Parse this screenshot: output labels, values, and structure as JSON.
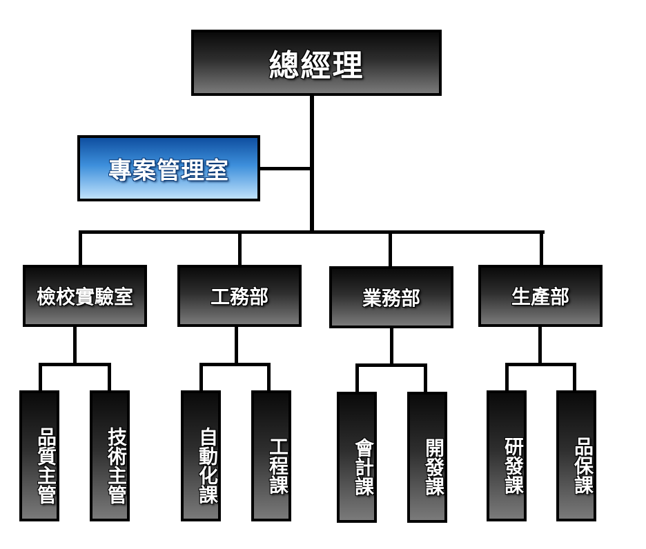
{
  "org": {
    "gm": "總經理",
    "office": "專案管理室",
    "depts": [
      {
        "name": "檢校實驗室",
        "sections": [
          "品質主管",
          "技術主管"
        ]
      },
      {
        "name": "工務部",
        "sections": [
          "自動化課",
          "工程課"
        ]
      },
      {
        "name": "業務部",
        "sections": [
          "會計課",
          "開發課"
        ]
      },
      {
        "name": "生產部",
        "sections": [
          "研發課",
          "品保課"
        ]
      }
    ]
  },
  "colors": {
    "node_dark": "#1a1a1a",
    "node_blue": "#3d8fdb",
    "connector": "#000000"
  }
}
